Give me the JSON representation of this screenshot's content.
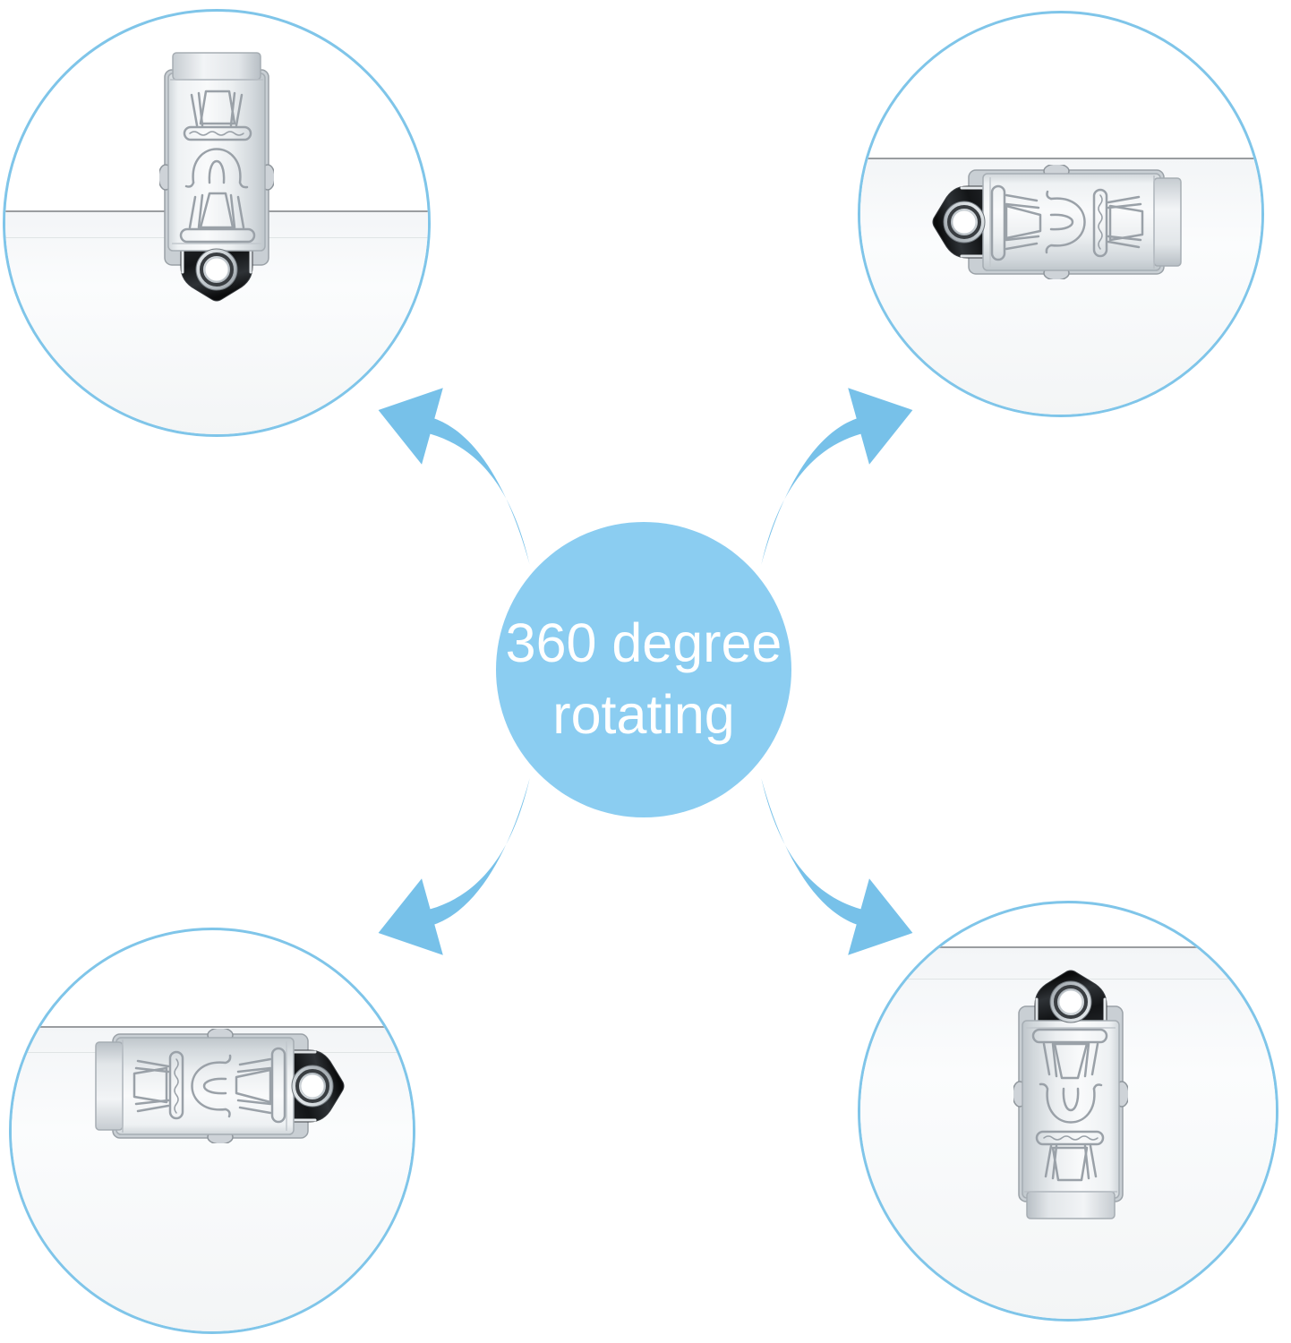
{
  "image_type": "product feature diagram of a rotating metal badge clip",
  "center_badge": {
    "line1": "360 degree",
    "line2": "rotating"
  },
  "colors": {
    "background": "#ffffff",
    "center_circle_fill": "#8bcdf1",
    "center_text": "#ffffff",
    "arrow_blue": "#77c1e9",
    "circle_border_blue": "#7fc5e9",
    "holder_edge_gray": "#8a8d90",
    "clip_silver_light": "#f8fafb",
    "clip_silver_dark": "#bfc6cb",
    "eyelet_black": "#1b1d20"
  },
  "views": [
    {
      "position": "top-left",
      "rotation_deg": 0,
      "eyelet_side": "bottom"
    },
    {
      "position": "top-right",
      "rotation_deg": 90,
      "eyelet_side": "left"
    },
    {
      "position": "bottom-left",
      "rotation_deg": -90,
      "eyelet_side": "right"
    },
    {
      "position": "bottom-right",
      "rotation_deg": 180,
      "eyelet_side": "top"
    }
  ],
  "arrows": [
    {
      "direction": "to-top-left"
    },
    {
      "direction": "to-top-right"
    },
    {
      "direction": "to-bottom-left"
    },
    {
      "direction": "to-bottom-right"
    }
  ]
}
